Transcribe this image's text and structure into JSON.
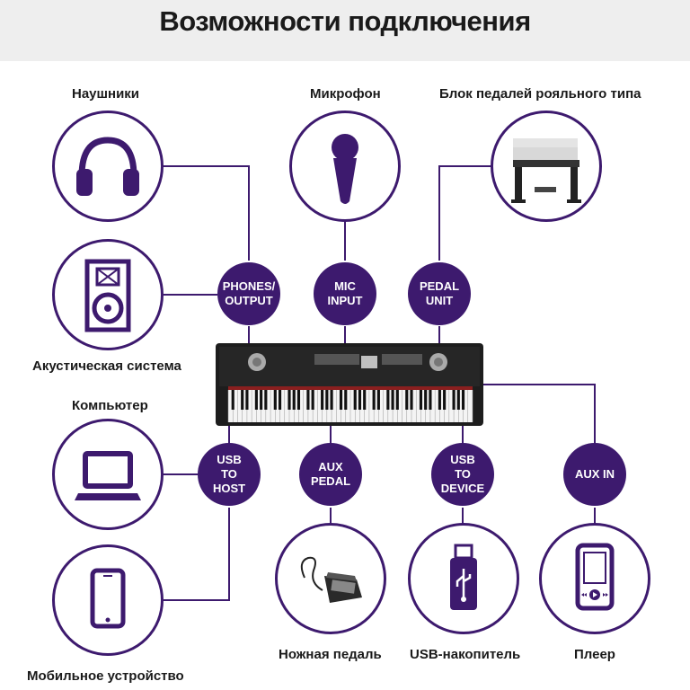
{
  "title": "Возможности подключения",
  "colors": {
    "accent": "#3d1a6e",
    "header_bg": "#eeeeee",
    "text": "#1a1a1a"
  },
  "devices": {
    "headphones": {
      "label": "Наушники",
      "icon": "headphones-icon"
    },
    "microphone": {
      "label": "Микрофон",
      "icon": "microphone-icon"
    },
    "pedal_unit": {
      "label": "Блок педалей рояльного типа",
      "icon": "piano-stand-icon"
    },
    "speaker": {
      "label": "Акустическая система",
      "icon": "speaker-icon"
    },
    "computer": {
      "label": "Компьютер",
      "icon": "laptop-icon"
    },
    "mobile": {
      "label": "Мобильное устройство",
      "icon": "smartphone-icon"
    },
    "foot_pedal": {
      "label": "Ножная педаль",
      "icon": "sustain-pedal-icon"
    },
    "usb_drive": {
      "label": "USB-накопитель",
      "icon": "usb-icon"
    },
    "player": {
      "label": "Плеер",
      "icon": "media-player-icon"
    }
  },
  "ports": {
    "phones": "PHONES/\nOUTPUT",
    "mic": "MIC\nINPUT",
    "pedal": "PEDAL\nUNIT",
    "usb_host": "USB\nTO\nHOST",
    "aux_pedal": "AUX\nPEDAL",
    "usb_device": "USB\nTO\nDEVICE",
    "aux_in": "AUX IN"
  },
  "instrument": {
    "icon": "digital-piano-icon"
  }
}
